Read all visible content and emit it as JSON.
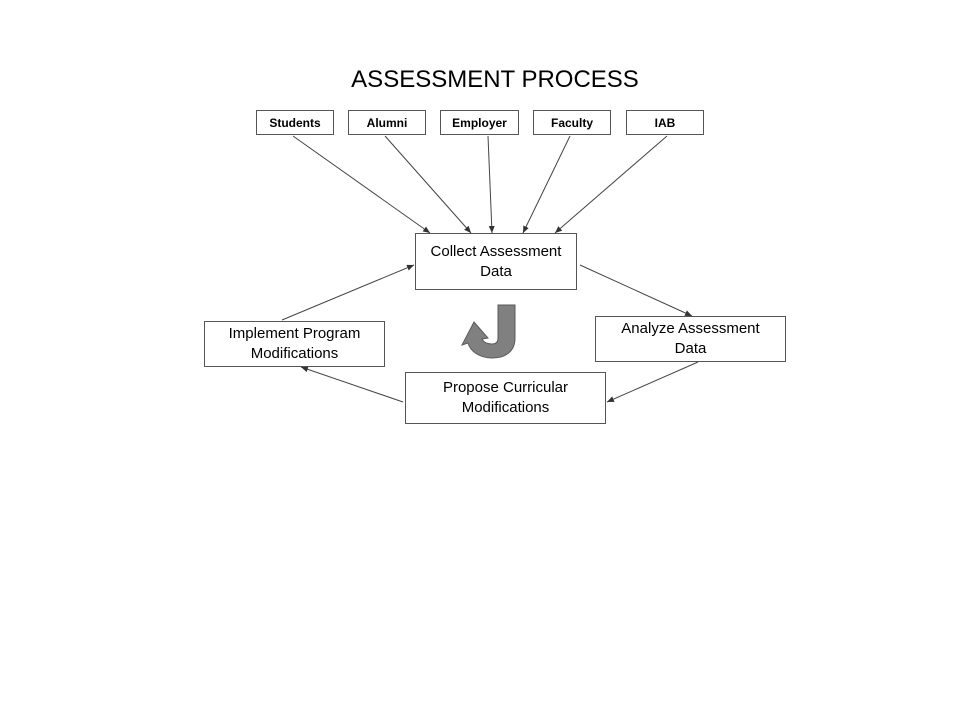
{
  "title": "ASSESSMENT PROCESS",
  "sources": [
    {
      "label": "Students"
    },
    {
      "label": "Alumni"
    },
    {
      "label": "Employer"
    },
    {
      "label": "Faculty"
    },
    {
      "label": "IAB"
    }
  ],
  "cycle": {
    "collect": "Collect Assessment Data",
    "analyze": "Analyze Assessment Data",
    "propose": "Propose Curricular Modifications",
    "implement": "Implement Program Modifications"
  },
  "colors": {
    "line": "#444444",
    "uturn_fill": "#808080",
    "uturn_stroke": "#5a5a5a"
  }
}
